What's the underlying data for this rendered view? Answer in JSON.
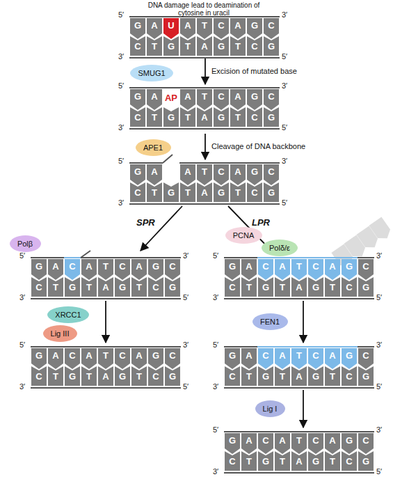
{
  "diagram": {
    "nodes": [
      {
        "text": [
          "SMUG1"
        ]
      },
      {
        "text": [
          "APE1"
        ]
      },
      {
        "text": [
          "Polβ"
        ]
      },
      {
        "text": [
          "PCNA"
        ]
      },
      {
        "text": [
          "Polδ/ε"
        ]
      },
      {
        "text": [
          "XRCC1"
        ]
      },
      {
        "text": [
          "Lig III"
        ]
      },
      {
        "text": [
          "FEN1"
        ]
      },
      {
        "text": [
          "Lig I"
        ]
      }
    ],
    "labels": [
      "DNA damage lead to deamination of cytosine in uracil",
      "Excision of mutated base",
      "Cleavage of DNA backbone",
      "SPR",
      "LPR",
      "5′",
      "G",
      "A",
      "U",
      "A",
      "T",
      "C",
      "A",
      "G",
      "C",
      "3′",
      "3′",
      "C",
      "T",
      "G",
      "T",
      "A",
      "G",
      "T",
      "C",
      "G",
      "5′",
      "5′",
      "G",
      "A",
      "AP",
      "A",
      "T",
      "C",
      "A",
      "G",
      "C",
      "3′",
      "3′",
      "C",
      "T",
      "G",
      "T",
      "A",
      "G",
      "T",
      "C",
      "G",
      "5′",
      "5′",
      "G",
      "A",
      "A",
      "T",
      "C",
      "A",
      "G",
      "C",
      "3′",
      "3′",
      "C",
      "T",
      "G",
      "T",
      "A",
      "G",
      "T",
      "C",
      "G",
      "5′",
      "5′",
      "G",
      "A",
      "C",
      "A",
      "T",
      "C",
      "A",
      "G",
      "C",
      "3′",
      "3′",
      "C",
      "T",
      "G",
      "T",
      "A",
      "G",
      "T",
      "C",
      "G",
      "5′",
      "5′",
      "G",
      "A",
      "C",
      "A",
      "T",
      "C",
      "A",
      "G",
      "C",
      "3′",
      "3′",
      "C",
      "T",
      "G",
      "T",
      "A",
      "G",
      "T",
      "C",
      "G",
      "5′",
      "5′",
      "G",
      "A",
      "C",
      "A",
      "T",
      "C",
      "A",
      "G",
      "C",
      "3′",
      "3′",
      "C",
      "T",
      "G",
      "T",
      "A",
      "G",
      "T",
      "C",
      "G",
      "5′",
      "5′",
      "G",
      "A",
      "C",
      "A",
      "T",
      "C",
      "A",
      "G",
      "C",
      "3′",
      "3′",
      "C",
      "T",
      "G",
      "T",
      "A",
      "G",
      "T",
      "C",
      "G",
      "5′",
      "5′",
      "G",
      "A",
      "C",
      "A",
      "T",
      "C",
      "A",
      "G",
      "C",
      "3′",
      "3′",
      "C",
      "T",
      "G",
      "T",
      "A",
      "G",
      "T",
      "C",
      "G",
      "5′"
    ]
  }
}
